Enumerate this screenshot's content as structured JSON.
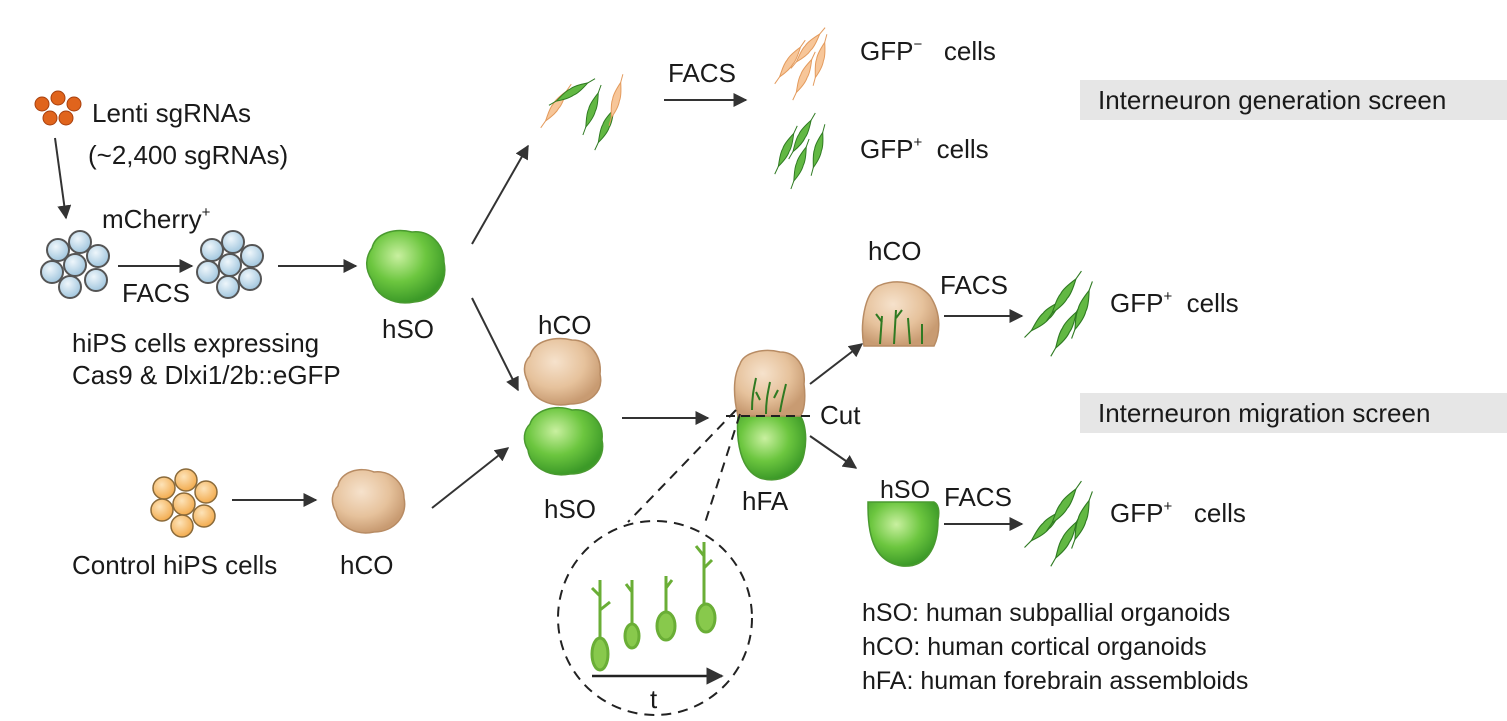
{
  "labels": {
    "lenti": "Lenti sgRNAs",
    "sgrna_count": "(~2,400 sgRNAs)",
    "mcherry": "mCherry",
    "plus": "+",
    "minus": "−",
    "facs": "FACS",
    "hips_line1": "hiPS cells expressing",
    "hips_line2": "Cas9 & Dlxi1/2b::eGFP",
    "hso": "hSO",
    "hco": "hCO",
    "hfa": "hFA",
    "cut": "Cut",
    "control": "Control hiPS cells",
    "gfp": "GFP",
    "cells": "cells",
    "t": "t"
  },
  "banners": {
    "generation": "Interneuron generation screen",
    "migration": "Interneuron migration screen"
  },
  "legend": [
    "hSO: human subpallial organoids",
    "hCO: human cortical organoids",
    "hFA: human forebrain assembloids"
  ],
  "colors": {
    "green": "#5cb83a",
    "green_light": "#9ad86a",
    "tan": "#e8c4a0",
    "tan_dark": "#c9a07a",
    "orange": "#f5b98a",
    "ips_blue": "#bcd8ea",
    "ips_orange": "#f6b55a",
    "virus": "#e0641c",
    "banner_bg": "#e6e6e6"
  }
}
